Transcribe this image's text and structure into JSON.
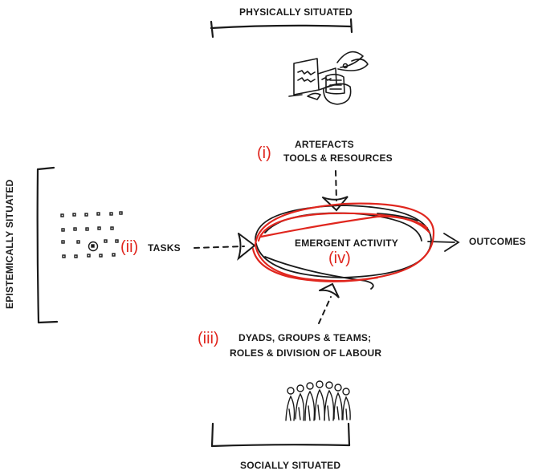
{
  "labels": {
    "physically_situated": "PHYSICALLY SITUATED",
    "socially_situated": "SOCIALLY SITUATED",
    "epistemically_situated": "EPISTEMICALLY SITUATED",
    "artefacts": "ARTEFACTS",
    "tools_resources": "TOOLS & RESOURCES",
    "tasks": "TASKS",
    "emergent_activity": "EMERGENT ACTIVITY",
    "outcomes": "OUTCOMES",
    "dyads": "DYADS, GROUPS & TEAMS;",
    "roles": "ROLES & DIVISION OF LABOUR"
  },
  "markers": {
    "i": "(i)",
    "ii": "(ii)",
    "iii": "(iii)",
    "iv": "(iv)"
  },
  "colors": {
    "ink": "#1a1a1a",
    "annotation": "#e0261e"
  }
}
